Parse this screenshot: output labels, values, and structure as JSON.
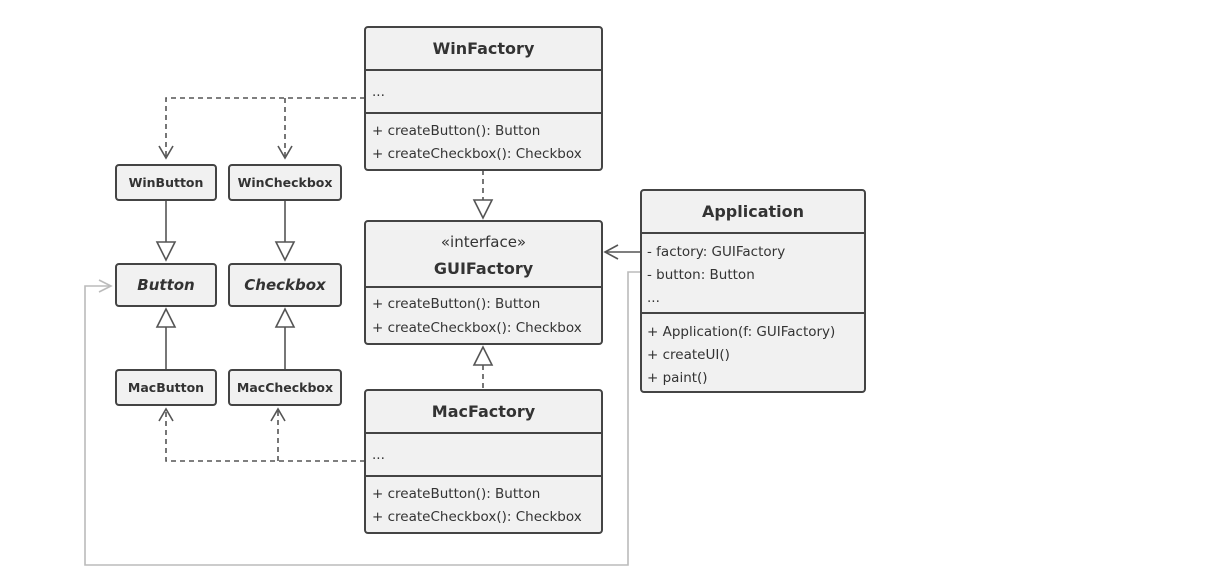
{
  "win_factory": {
    "title": "WinFactory",
    "fields": [
      "..."
    ],
    "methods": [
      "+ createButton(): Button",
      "+ createCheckbox(): Checkbox"
    ]
  },
  "gui_factory": {
    "stereotype": "«interface»",
    "title": "GUIFactory",
    "methods": [
      "+ createButton(): Button",
      "+ createCheckbox(): Checkbox"
    ]
  },
  "mac_factory": {
    "title": "MacFactory",
    "fields": [
      "..."
    ],
    "methods": [
      "+ createButton(): Button",
      "+ createCheckbox(): Checkbox"
    ]
  },
  "application": {
    "title": "Application",
    "fields": [
      "- factory: GUIFactory",
      "- button: Button",
      "..."
    ],
    "methods": [
      "+ Application(f: GUIFactory)",
      "+ createUI()",
      "+ paint()"
    ]
  },
  "products": {
    "win_button": "WinButton",
    "win_checkbox": "WinCheckbox",
    "button": "Button",
    "checkbox": "Checkbox",
    "mac_button": "MacButton",
    "mac_checkbox": "MacCheckbox"
  },
  "colors": {
    "box_fill": "#f1f1f1",
    "box_border": "#444444",
    "connector": "#555555",
    "client_connector": "#bbbbbb",
    "text": "#333333"
  }
}
